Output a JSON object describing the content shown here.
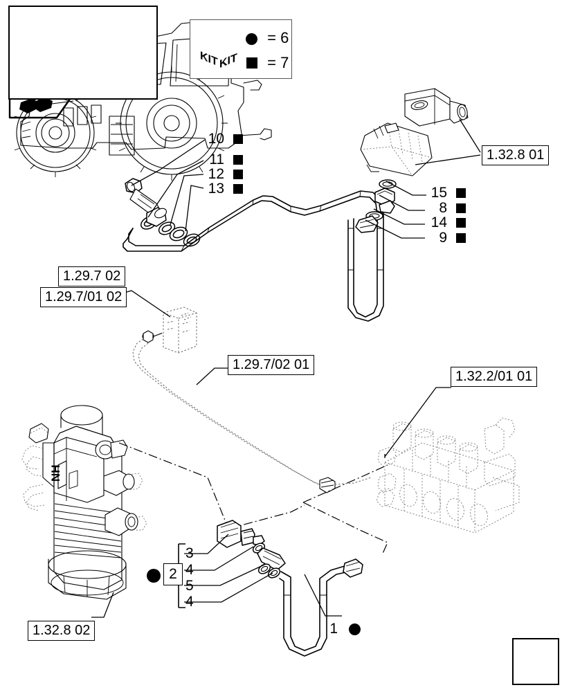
{
  "document": {
    "type": "technical-parts-diagram",
    "title": "Hydraulic lines and couplings assembly"
  },
  "legend": {
    "kit_label_left": "KIT",
    "kit_label_right": "KIT",
    "circle_symbol": "●",
    "square_symbol": "■",
    "circle_equals": "= 6",
    "square_equals": "= 7",
    "circle_value": "6",
    "square_value": "7",
    "equals": "="
  },
  "tractor_panel": {
    "caption": "",
    "arrow_icon": "arrow-left-3d"
  },
  "corner_marker": {
    "arrow_icon": "arrow-right-3d"
  },
  "reference_boxes": [
    {
      "id": "ref-1-32-8-01",
      "text": "1.32.8 01"
    },
    {
      "id": "ref-1-29-7-02",
      "text": "1.29.7 02"
    },
    {
      "id": "ref-1-29-7-01-02",
      "text": "1.29.7/01 02"
    },
    {
      "id": "ref-1-29-7-02-01",
      "text": "1.29.7/02 01"
    },
    {
      "id": "ref-1-32-2-01-01",
      "text": "1.32.2/01 01"
    },
    {
      "id": "ref-1-32-8-02",
      "text": "1.32.8 02"
    }
  ],
  "callouts_upper_left": [
    {
      "num": "10",
      "marker": "square"
    },
    {
      "num": "11",
      "marker": "square"
    },
    {
      "num": "12",
      "marker": "square"
    },
    {
      "num": "13",
      "marker": "square"
    }
  ],
  "callouts_upper_right": [
    {
      "num": "15",
      "marker": "square"
    },
    {
      "num": "8",
      "marker": "square"
    },
    {
      "num": "14",
      "marker": "square"
    },
    {
      "num": "9",
      "marker": "square"
    }
  ],
  "callouts_lower": {
    "group_marker": "●",
    "group_number": "2",
    "bracket_items": [
      {
        "num": "3"
      },
      {
        "num": "4"
      },
      {
        "num": "5"
      },
      {
        "num": "4"
      }
    ]
  },
  "callout_hose": {
    "num": "1",
    "marker": "●"
  },
  "colors": {
    "line": "#000000",
    "fill": "#ffffff",
    "marker": "#000000",
    "ghost": "#6a6a6a"
  }
}
